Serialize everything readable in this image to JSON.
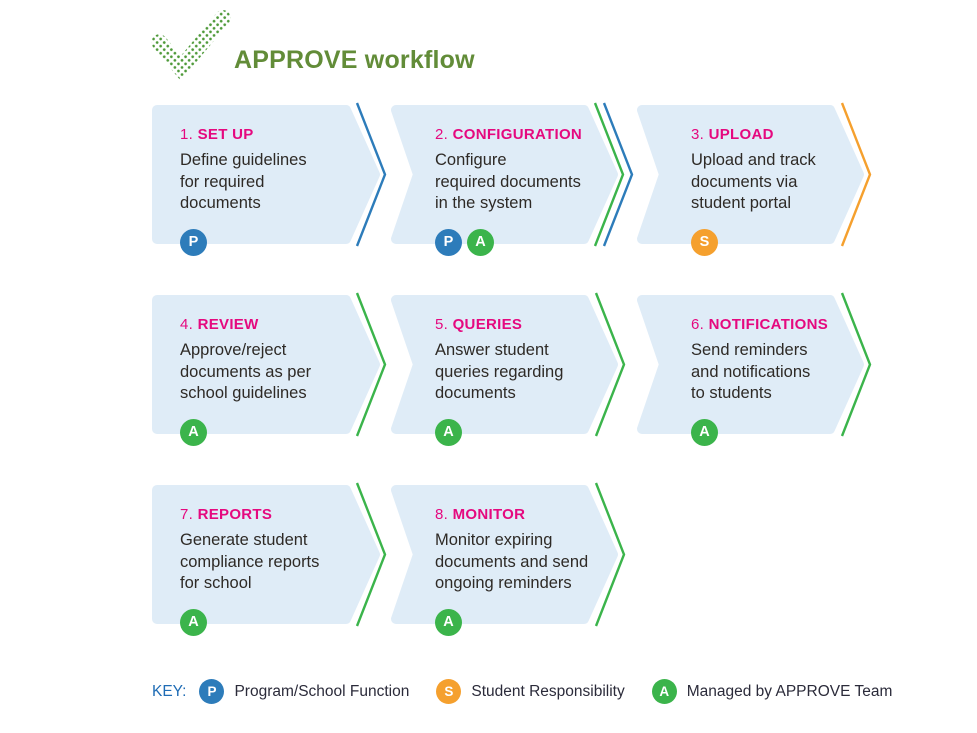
{
  "header": {
    "title": "APPROVE workflow",
    "logo_icon": "dotted-checkmark-icon"
  },
  "steps": [
    {
      "number": "1.",
      "name": "SET UP",
      "description": "Define guidelines\nfor required\ndocuments",
      "badges": [
        "P"
      ]
    },
    {
      "number": "2.",
      "name": "CONFIGURATION",
      "description": "Configure\nrequired documents\nin the system",
      "badges": [
        "P",
        "A"
      ]
    },
    {
      "number": "3.",
      "name": "UPLOAD",
      "description": "Upload and track\ndocuments via\nstudent portal",
      "badges": [
        "S"
      ]
    },
    {
      "number": "4.",
      "name": "REVIEW",
      "description": "Approve/reject\ndocuments as per\nschool guidelines",
      "badges": [
        "A"
      ]
    },
    {
      "number": "5.",
      "name": "QUERIES",
      "description": "Answer student\nqueries regarding\ndocuments",
      "badges": [
        "A"
      ]
    },
    {
      "number": "6.",
      "name": "NOTIFICATIONS",
      "description": "Send reminders\nand notifications\nto students",
      "badges": [
        "A"
      ]
    },
    {
      "number": "7.",
      "name": "REPORTS",
      "description": "Generate student\ncompliance reports\nfor school",
      "badges": [
        "A"
      ]
    },
    {
      "number": "8.",
      "name": "MONITOR",
      "description": "Monitor expiring\ndocuments and send\nongoing reminders",
      "badges": [
        "A"
      ]
    }
  ],
  "key": {
    "label": "KEY:",
    "items": [
      {
        "badge": "P",
        "label": "Program/School Function"
      },
      {
        "badge": "S",
        "label": "Student Responsibility"
      },
      {
        "badge": "A",
        "label": "Managed by APPROVE Team"
      }
    ]
  },
  "colors": {
    "block_fill": "#dfecf7",
    "step_title_pink": "#e5097f",
    "body_text": "#2e2a26",
    "badge_P_blue": "#2d7cba",
    "badge_A_green": "#3bb44b",
    "badge_S_orange": "#f5a02e",
    "title_green": "#628c38",
    "key_label_blue": "#1f6cb5"
  }
}
